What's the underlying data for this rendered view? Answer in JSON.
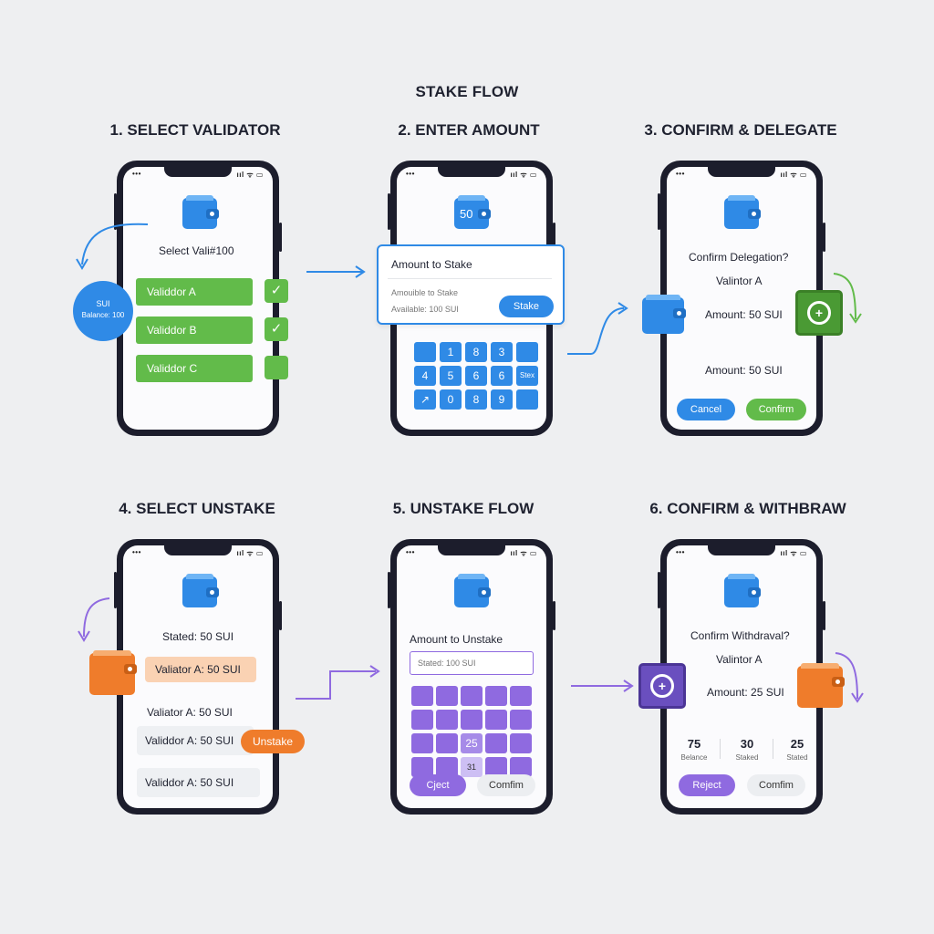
{
  "title": "STAKE FLOW",
  "status_dots": "•••",
  "status_icons": "ııl ᯤ ▭",
  "step1": {
    "heading": "1. SELECT VALIDATOR",
    "prompt": "Select Vali#100",
    "balance_token": "SUI",
    "balance_label": "Balance: 100",
    "validators": [
      "Validdor A",
      "Validdor B",
      "Validdor C"
    ],
    "check": "✓"
  },
  "step2": {
    "heading": "2. ENTER AMOUNT",
    "wallet_value": "50",
    "card_title": "Amount to Stake",
    "card_line1": "Amouible to Stake",
    "card_line2": "Available: 100 SUI",
    "stake_button": "Stake",
    "keys": [
      "",
      "1",
      "8",
      "3",
      "",
      "4",
      "5",
      "6",
      "6",
      "Stex",
      "↗",
      "0",
      "8",
      "9",
      ""
    ]
  },
  "step3": {
    "heading": "3. CONFIRM & DELEGATE",
    "title": "Confirm Delegation?",
    "validator": "Valintor A",
    "amount1": "Amount: 50 SUI",
    "amount2": "Amount: 50 SUI",
    "cancel": "Cancel",
    "confirm": "Confirm"
  },
  "step4": {
    "heading": "4. SELECT UNSTAKE",
    "staked": "Stated: 50 SUI",
    "row1": "Valiator A: 50 SUI",
    "row2": "Valiator A: 50 SUI",
    "row3": "Validdor A: 50 SUI",
    "unstake": "Unstake",
    "row4": "Validdor A: 50 SUI"
  },
  "step5": {
    "heading": "5. UNSTAKE FLOW",
    "title": "Amount to Unstake",
    "placeholder": "Stated: 100 SUI",
    "keys": [
      "",
      "",
      "",
      "",
      "",
      "",
      "",
      "",
      "",
      "",
      "",
      "25",
      "",
      "",
      "",
      "",
      "31",
      "",
      ""
    ],
    "reject": "Cject",
    "confirm": "Comfim"
  },
  "step6": {
    "heading": "6. CONFIRM & WITHBRAW",
    "title": "Confirm Withdraval?",
    "validator": "Valintor A",
    "amount": "Amount: 25 SUI",
    "stats": [
      {
        "value": "75",
        "label": "Belance"
      },
      {
        "value": "30",
        "label": "Staked"
      },
      {
        "value": "25",
        "label": "Stated"
      }
    ],
    "reject": "Reject",
    "confirm": "Comfim"
  },
  "colors": {
    "blue": "#2f8ae6",
    "green": "#62bb4a",
    "orange": "#ef7c2b",
    "purple": "#8f6ae0"
  }
}
